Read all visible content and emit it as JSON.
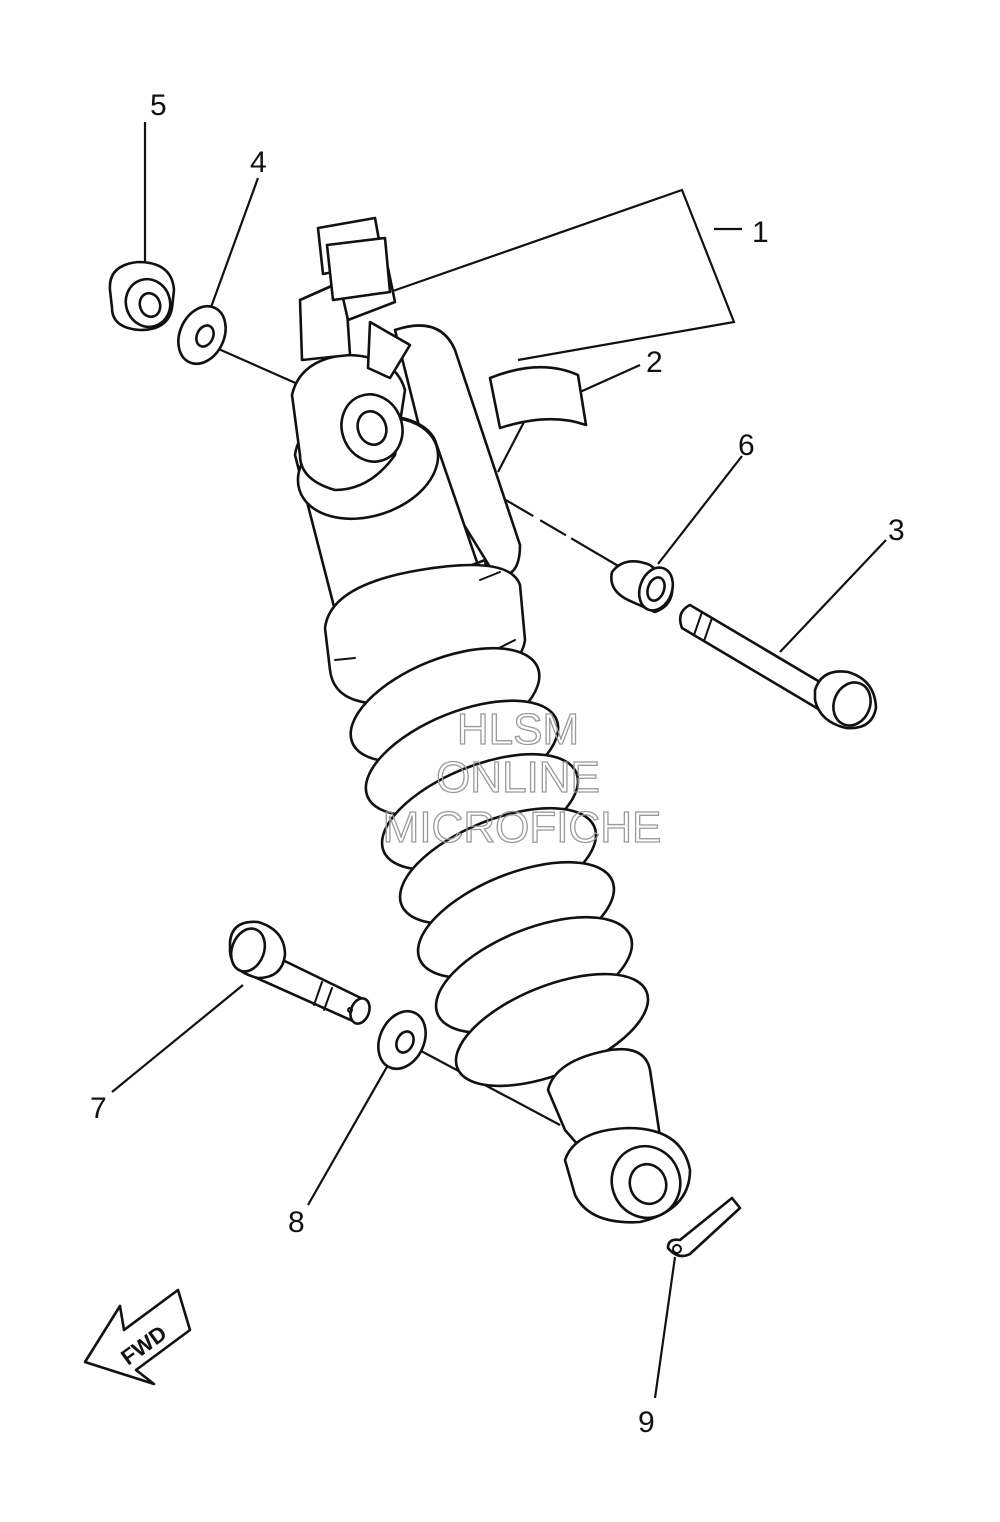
{
  "callouts": [
    {
      "id": "1",
      "text": "1"
    },
    {
      "id": "2",
      "text": "2"
    },
    {
      "id": "3",
      "text": "3"
    },
    {
      "id": "4",
      "text": "4"
    },
    {
      "id": "5",
      "text": "5"
    },
    {
      "id": "6",
      "text": "6"
    },
    {
      "id": "7",
      "text": "7"
    },
    {
      "id": "8",
      "text": "8"
    },
    {
      "id": "9",
      "text": "9"
    }
  ],
  "watermark": {
    "line1": "HLSM",
    "line2": "ONLINE",
    "line3": "MICROFICHE",
    "color": "#9a9a9a"
  },
  "direction_arrow": {
    "label": "FWD"
  },
  "colors": {
    "line": "#111111",
    "background": "#ffffff"
  }
}
